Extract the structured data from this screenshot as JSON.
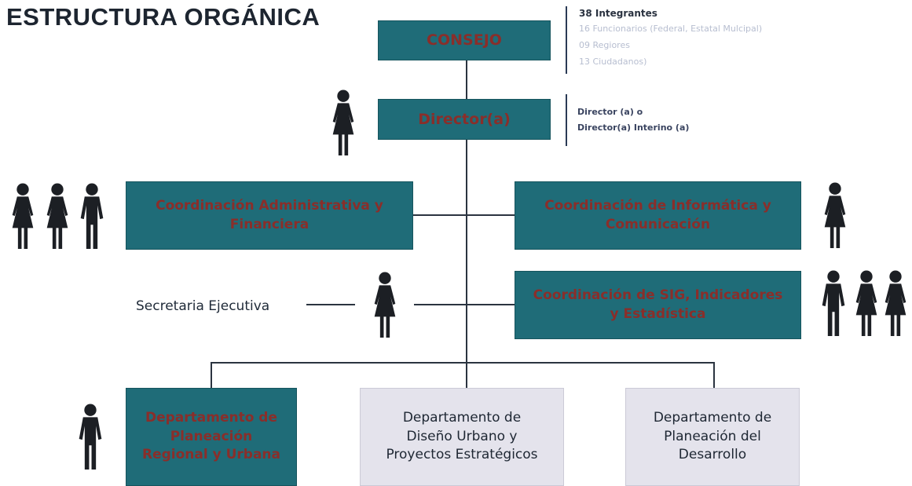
{
  "title": "ESTRUCTURA ORGÁNICA",
  "nodes": {
    "consejo": "CONSEJO",
    "director": "Director(a)",
    "coord_admin": "Coordinación Administrativa y\nFinanciera",
    "coord_info": "Coordinación de Informática y\nComunicación",
    "coord_sig": "Coordinación de SIG, Indicadores\ny Estadística",
    "depto_regional": "Departamento de\nPlaneación\nRegional y Urbana",
    "depto_diseno": "Departamento de\nDiseño Urbano y\nProyectos Estratégicos",
    "depto_desarrollo": "Departamento de\nPlaneación del\nDesarrollo"
  },
  "consejo_note": {
    "heading": "38 Integrantes",
    "line1": "16 Funcionarios (Federal, Estatal Mulcipal)",
    "line2": "09 Regiores",
    "line3": "13 Ciudadanos)"
  },
  "director_note": {
    "line1": "Director (a) o",
    "line2": "Director(a) Interino (a)"
  },
  "secretaria": "Secretaria Ejecutiva",
  "colors": {
    "teal": "#1f6c78",
    "light_box": "#e4e3ec",
    "connector": "#2b3440",
    "figure": "#1c1f24"
  }
}
